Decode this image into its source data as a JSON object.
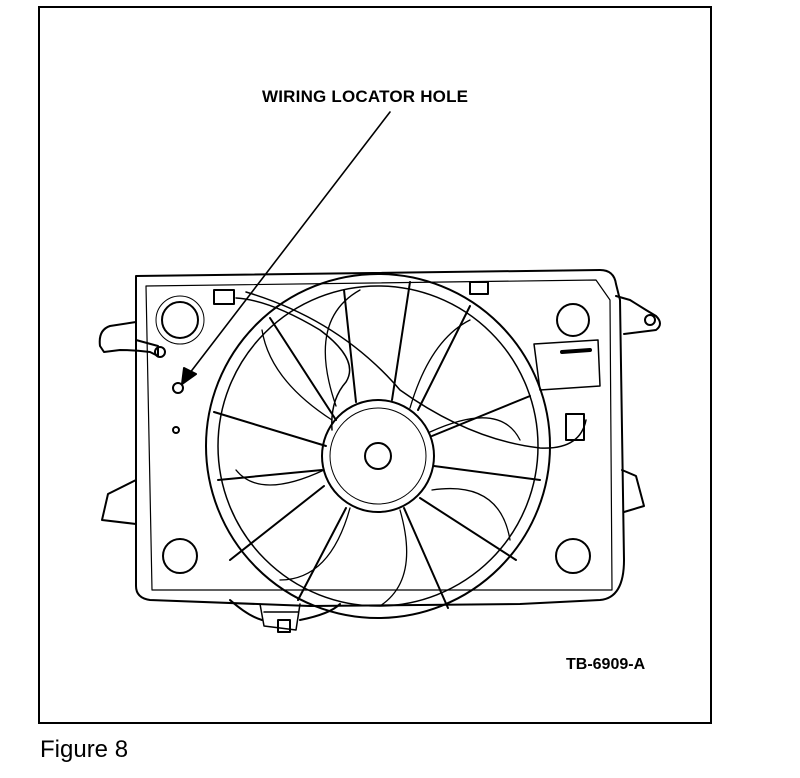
{
  "diagram": {
    "callout_label": "WIRING LOCATOR HOLE",
    "figure_id": "TB-6909-A"
  },
  "caption": "Figure 8"
}
